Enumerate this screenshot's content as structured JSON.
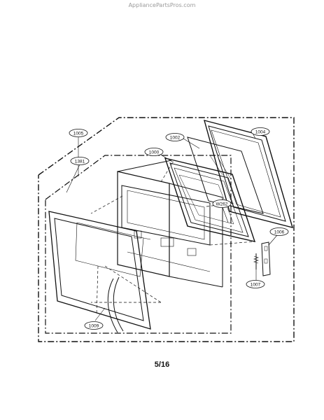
{
  "watermark": "AppliancePartsPros.com",
  "page_number": "5/16",
  "callouts": {
    "c1005": "1005",
    "c1381": "1381",
    "c1002": "1002",
    "c1004": "1004",
    "c1000": "1000",
    "cW262": "W262",
    "c1006": "1006",
    "c1007": "1007",
    "c1009": "1009"
  }
}
